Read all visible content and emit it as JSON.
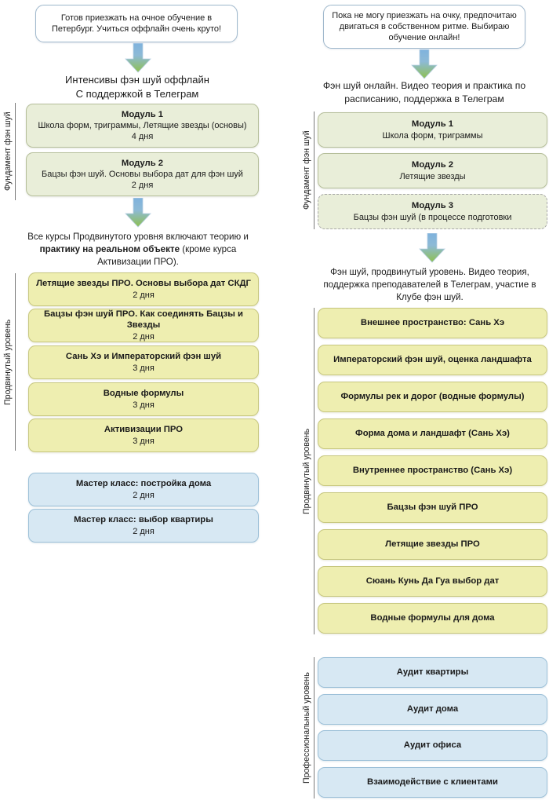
{
  "diagram": {
    "title": "Схема обучения фэн шуй: оффлайн и онлайн",
    "colors": {
      "foundation_fill": "#e9eed9",
      "foundation_border": "#b6bf9b",
      "advanced_fill": "#eeeeb0",
      "advanced_border": "#c7c77f",
      "professional_fill": "#d7e8f3",
      "professional_border": "#9cc0d8",
      "premise_border": "#9fb8cc",
      "arrow_top": "#6ba4d8",
      "arrow_bottom": "#86b84e"
    }
  },
  "offline": {
    "premise": "Готов приезжать на очное обучение в Петербург. Учиться оффлайн очень круто!",
    "heading": "Интенсивы фэн шуй оффлайн\nС поддержкой в Телеграм",
    "foundation_label": "Фундамент фэн шуй",
    "foundation_modules": [
      {
        "title": "Модуль 1",
        "desc": "Школа форм, триграммы, Летящие звезды (основы)",
        "duration": "4 дня"
      },
      {
        "title": "Модуль 2",
        "desc": "Бацзы фэн шуй. Основы выбора дат для фэн шуй",
        "duration": "2 дня"
      }
    ],
    "advanced_note_1": "Все курсы Продвинутого уровня включают теорию и ",
    "advanced_note_bold": "практику на реальном объекте",
    "advanced_note_2": " (кроме курса Активизации ПРО).",
    "advanced_label": "Продвинутый уровень",
    "advanced_courses": [
      {
        "title": "Летящие звезды ПРО. Основы выбора дат СКДГ",
        "duration": "2 дня"
      },
      {
        "title": "Бацзы фэн шуй ПРО. Как соединять Бацзы и Звезды",
        "duration": "2 дня"
      },
      {
        "title": "Сань Хэ и Императорский фэн шуй",
        "duration": "3 дня"
      },
      {
        "title": "Водные формулы",
        "duration": "3 дня"
      },
      {
        "title": "Активизации ПРО",
        "duration": "3 дня"
      }
    ],
    "masterclasses": [
      {
        "title": "Мастер класс: постройка дома",
        "duration": "2 дня"
      },
      {
        "title": "Мастер класс: выбор квартиры",
        "duration": "2 дня"
      }
    ]
  },
  "online": {
    "premise": "Пока не могу приезжать на очку, предпочитаю двигаться в собственном ритме. Выбираю обучение онлайн!",
    "heading": "Фэн шуй онлайн. Видео теория и практика по расписанию, поддержка в Телеграм",
    "foundation_label": "Фундамент фэн шуй",
    "foundation_modules": [
      {
        "title": "Модуль 1",
        "desc": "Школа форм, триграммы",
        "dashed": false
      },
      {
        "title": "Модуль 2",
        "desc": "Летящие звезды",
        "dashed": false
      },
      {
        "title": "Модуль 3",
        "desc": "Бацзы фэн шуй (в процессе подготовки",
        "dashed": true
      }
    ],
    "advanced_note": "Фэн шуй, продвинутый уровень. Видео теория, поддержка преподавателей в Телеграм, участие в Клубе фэн шуй.",
    "advanced_label": "Продвинутый уровень",
    "advanced_courses": [
      {
        "title": "Внешнее пространство: Сань Хэ"
      },
      {
        "title": "Императорский фэн шуй, оценка ландшафта"
      },
      {
        "title": "Формулы рек и дорог (водные формулы)"
      },
      {
        "title": "Форма дома и ландшафт (Сань Хэ)"
      },
      {
        "title": "Внутреннее пространство (Сань Хэ)"
      },
      {
        "title": "Бацзы фэн шуй ПРО"
      },
      {
        "title": "Летящие звезды ПРО"
      },
      {
        "title": "Сюань Кунь Да Гуа выбор дат"
      },
      {
        "title": "Водные формулы для дома"
      }
    ],
    "professional_label": "Профессиональный уровень",
    "professional_courses": [
      {
        "title": "Аудит квартиры"
      },
      {
        "title": "Аудит дома"
      },
      {
        "title": "Аудит офиса"
      },
      {
        "title": "Взаимодействие с клиентами"
      }
    ]
  }
}
